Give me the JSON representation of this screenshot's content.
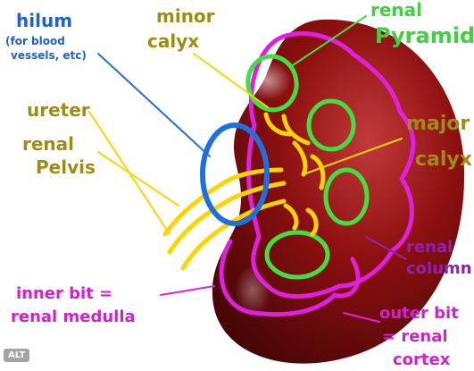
{
  "colors": {
    "background": "#ffffff",
    "kidney_dark": "#5a0808",
    "kidney_mid": "#8e1010",
    "kidney_light": "#c23a3a",
    "cortex_outline": "#e020e0",
    "pyramid_outline": "#40e040",
    "pelvis_lines": "#ffd400",
    "hilum_outline": "#1e6fe0",
    "olive_text": "#a08c14",
    "hilum_text": "#2060d8",
    "pyramid_text": "#40d040",
    "magenta_text": "#d020d0",
    "purple_text": "#9020b0"
  },
  "labels": {
    "hilum": "hilum",
    "hilum_note_1": "(for blood",
    "hilum_note_2": "vessels, etc)",
    "minor_calyx_1": "minor",
    "minor_calyx_2": "calyx",
    "renal_pyramid_1": "renal",
    "renal_pyramid_2": "Pyramid",
    "ureter": "ureter",
    "renal_pelvis_1": "renal",
    "renal_pelvis_2": "Pelvis",
    "major_calyx_1": "major",
    "major_calyx_2": "calyx",
    "renal_column_1": "renal",
    "renal_column_2": "column",
    "inner_bit_1": "inner bit =",
    "inner_bit_2": "renal medulla",
    "outer_bit_1": "outer bit",
    "outer_bit_2": "= renal",
    "outer_bit_3": "cortex"
  },
  "badge": "ALT"
}
